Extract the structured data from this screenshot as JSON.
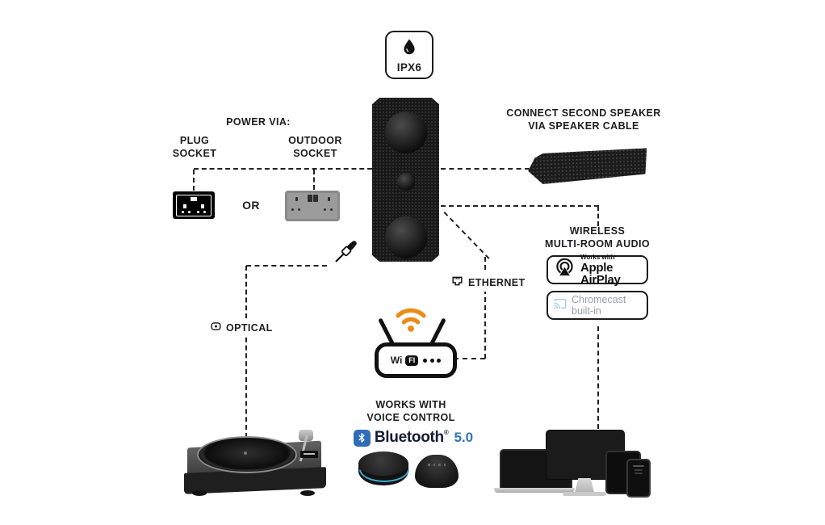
{
  "ipx6": {
    "label": "IPX6"
  },
  "power": {
    "title": "POWER VIA:",
    "plug": {
      "line1": "PLUG",
      "line2": "SOCKET"
    },
    "or": "OR",
    "outdoor": {
      "line1": "OUTDOOR",
      "line2": "SOCKET"
    }
  },
  "second_speaker": {
    "line1": "CONNECT SECOND SPEAKER",
    "line2": "VIA SPEAKER CABLE"
  },
  "multiroom": {
    "line1": "WIRELESS",
    "line2": "MULTI-ROOM AUDIO",
    "airplay": {
      "works_with": "Works with",
      "name": "Apple AirPlay"
    },
    "chromecast": {
      "name": "Chromecast built-in"
    }
  },
  "ethernet": {
    "label": "ETHERNET"
  },
  "router": {
    "wi": "Wi",
    "fi": "FI"
  },
  "optical": {
    "label": "OPTICAL"
  },
  "voice": {
    "line1": "WORKS WITH",
    "line2": "VOICE CONTROL",
    "bluetooth": "Bluetooth",
    "trademark": "®",
    "version": "5.0"
  },
  "colors": {
    "text": "#1d1d1f",
    "wifi_orange": "#ED8B16",
    "bluetooth_blue": "#2f6db5",
    "bluetooth_version_blue": "#3272b8",
    "chromecast_text": "#9aa0a6",
    "chromecast_icon": "#a9c9e8",
    "echo_ring_teal": "#3fa7c9"
  }
}
